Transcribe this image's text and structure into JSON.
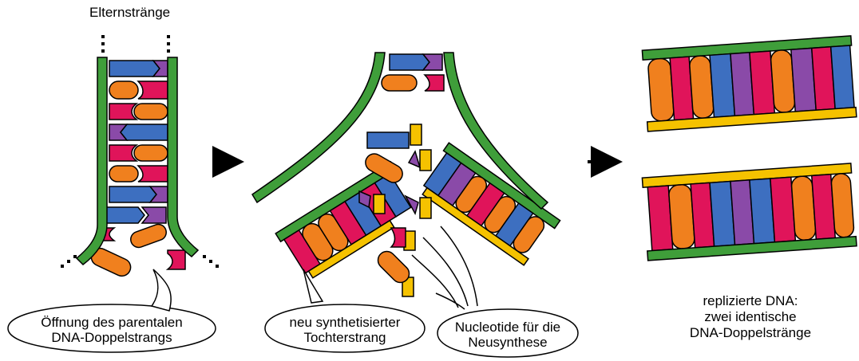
{
  "labels": {
    "parent_strands": "Elternstränge",
    "opening": [
      "Öffnung des parentalen",
      "DNA-Doppelstrangs"
    ],
    "daughter": [
      "neu synthetisierter",
      "Tochterstrang"
    ],
    "nucleotides": [
      "Nucleotide für die",
      "Neusynthese"
    ],
    "replicated": [
      "replizierte DNA:",
      "zwei identische",
      "DNA-Doppelstränge"
    ]
  },
  "colors": {
    "backbone_parent": "#3f9e3a",
    "backbone_daughter": "#f5c200",
    "base_orange": "#f0801e",
    "base_blue": "#3d6fc0",
    "base_red": "#e0145a",
    "base_purple": "#8a4aa8",
    "arrow": "#000000"
  },
  "icons": {
    "process_arrow": "right-arrow-icon",
    "nucleotide": "nucleotide-icon"
  }
}
